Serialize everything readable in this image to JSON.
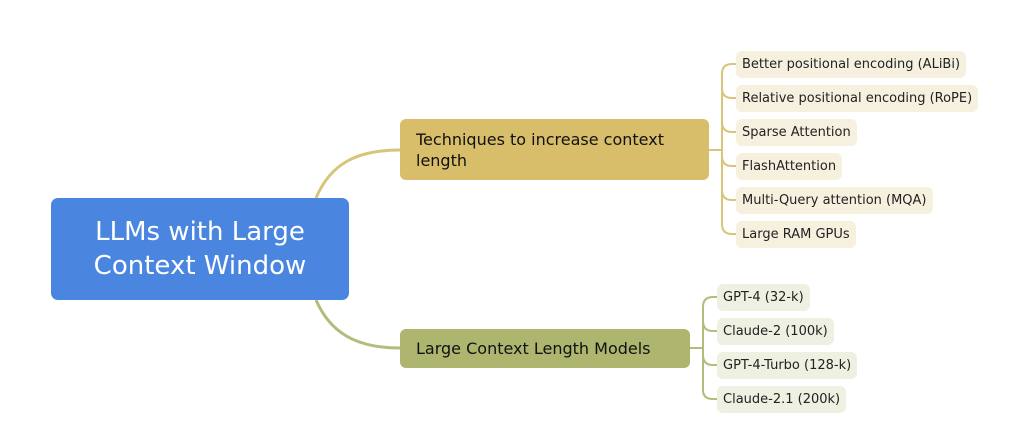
{
  "root": {
    "label_line1": "LLMs with Large",
    "label_line2": "Context Window"
  },
  "branches": [
    {
      "label": "Techniques to increase context length",
      "color": "#d8bd6a",
      "leaf_color": "#f6f0df",
      "line_color": "#d8c47a",
      "leaves": [
        "Better positional encoding (ALiBi)",
        "Relative positional encoding (RoPE)",
        "Sparse Attention",
        "FlashAttention",
        "Multi-Query attention (MQA)",
        "Large RAM GPUs"
      ]
    },
    {
      "label": "Large Context Length Models",
      "color": "#aeb56f",
      "leaf_color": "#eef0e2",
      "line_color": "#b5bb7c",
      "leaves": [
        "GPT-4 (32-k)",
        "Claude-2 (100k)",
        "GPT-4-Turbo (128-k)",
        "Claude-2.1 (200k)"
      ]
    }
  ]
}
